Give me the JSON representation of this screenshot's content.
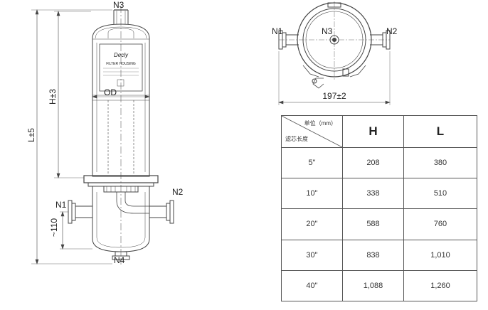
{
  "side_view": {
    "label_n3": "N3",
    "label_n1": "N1",
    "label_n2": "N2",
    "label_n4": "N4",
    "dim_l": "L±5",
    "dim_h": "H±3",
    "dim_od": "OD",
    "dim_110": "~110",
    "plate_logo": "Decly",
    "plate_title": "FILTER HOUSING"
  },
  "top_view": {
    "label_n1": "N1",
    "label_n2": "N2",
    "label_n3": "N3",
    "dim_width": "197±2"
  },
  "spec_table": {
    "unit_label": "单位（mm）",
    "length_label": "滤芯长度",
    "col_h": "H",
    "col_l": "L",
    "rows": [
      {
        "size": "5\"",
        "h": "208",
        "l": "380"
      },
      {
        "size": "10\"",
        "h": "338",
        "l": "510"
      },
      {
        "size": "20\"",
        "h": "588",
        "l": "760"
      },
      {
        "size": "30\"",
        "h": "838",
        "l": "1,010"
      },
      {
        "size": "40\"",
        "h": "1,088",
        "l": "1,260"
      }
    ]
  }
}
